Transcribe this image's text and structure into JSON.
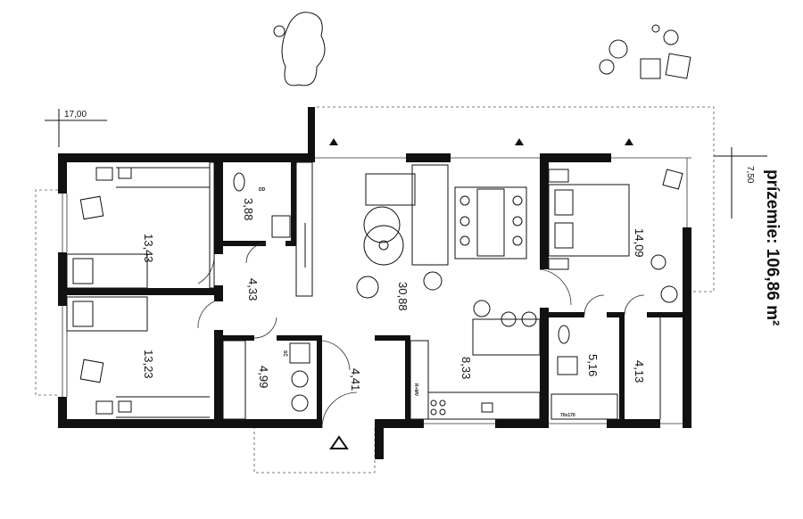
{
  "title": "prízemie: 106,86 m²",
  "dimensions": {
    "left": "17,00",
    "right": "7,50"
  },
  "rooms": [
    {
      "id": "bedroom-top-left",
      "area": "13,43"
    },
    {
      "id": "bedroom-bottom-left",
      "area": "13,23"
    },
    {
      "id": "bathroom-small",
      "area": "3,88"
    },
    {
      "id": "hallway",
      "area": "4,33"
    },
    {
      "id": "utility",
      "area": "4,99"
    },
    {
      "id": "entrance",
      "area": "4,41"
    },
    {
      "id": "living",
      "area": "30,88"
    },
    {
      "id": "kitchen",
      "area": "8,33"
    },
    {
      "id": "master-bedroom",
      "area": "14,09"
    },
    {
      "id": "bathroom",
      "area": "5,16"
    },
    {
      "id": "wardrobe",
      "area": "4,13"
    }
  ],
  "appliance_labels": {
    "dishwasher": "R+MV",
    "dryer": "SČ",
    "tub": "70x170",
    "dd": "DD"
  }
}
